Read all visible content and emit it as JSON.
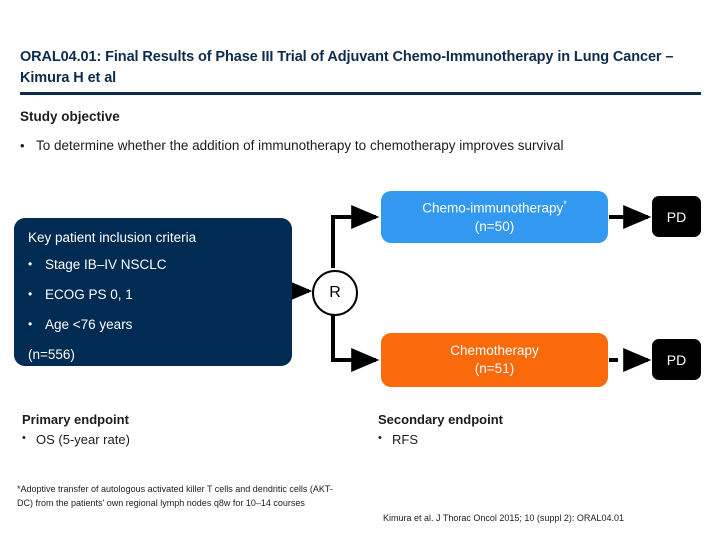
{
  "slide": {
    "title": "ORAL04.01: Final Results of Phase III Trial of Adjuvant Chemo-Immunotherapy in Lung Cancer – Kimura H et al",
    "objective_heading": "Study objective",
    "objective_bullet": "To determine whether the addition of immunotherapy to chemotherapy improves survival",
    "bullet_glyph": "•"
  },
  "criteria": {
    "title": "Key patient inclusion criteria",
    "items": [
      "Stage IB–IV NSCLC",
      "ECOG PS 0, 1",
      "Age <76 years"
    ],
    "total": "(n=556)"
  },
  "randomization": {
    "label": "R"
  },
  "arms": [
    {
      "name": "Chemo-immunotherapy",
      "footnote_marker": "*",
      "n": "(n=50)",
      "color": "#3399f0",
      "outcome": "PD",
      "arrow_style": "solid"
    },
    {
      "name": "Chemotherapy",
      "footnote_marker": "",
      "n": "(n=51)",
      "color": "#fa6a0a",
      "outcome": "PD",
      "arrow_style": "dashed"
    }
  ],
  "endpoints": {
    "primary_heading": "Primary endpoint",
    "primary_item": "OS (5-year rate)",
    "secondary_heading": "Secondary endpoint",
    "secondary_item": "RFS"
  },
  "footnote": "*Adoptive transfer of autologous activated killer T cells and dendritic cells (AKT-DC) from the patients' own regional lymph nodes q8w for 10–14 courses",
  "citation": "Kimura et al. J Thorac Oncol 2015; 10 (suppl 2): ORAL04.01",
  "colors": {
    "navy": "#002b52",
    "title_navy": "#0d2c4d",
    "blue": "#3399f0",
    "orange": "#fa6a0a",
    "black": "#000000"
  }
}
